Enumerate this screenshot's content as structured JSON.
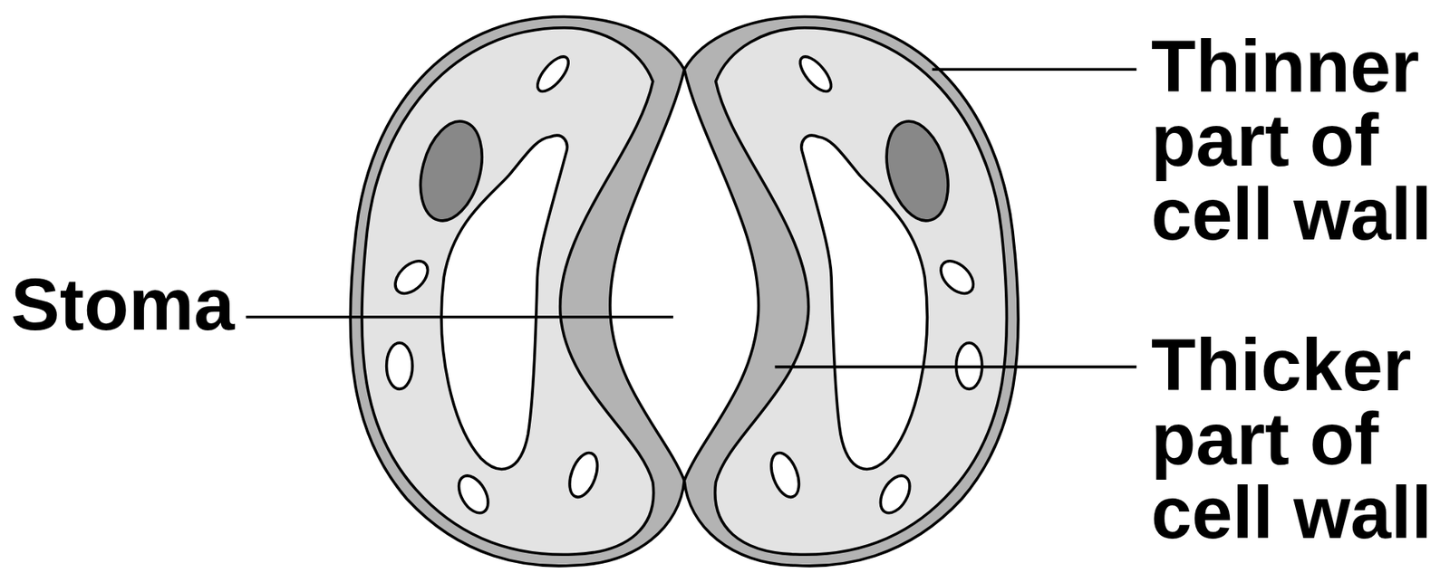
{
  "diagram": {
    "labels": [
      "Stoma",
      "Thinner part of cell wall",
      "Thicker part of cell wall"
    ]
  }
}
